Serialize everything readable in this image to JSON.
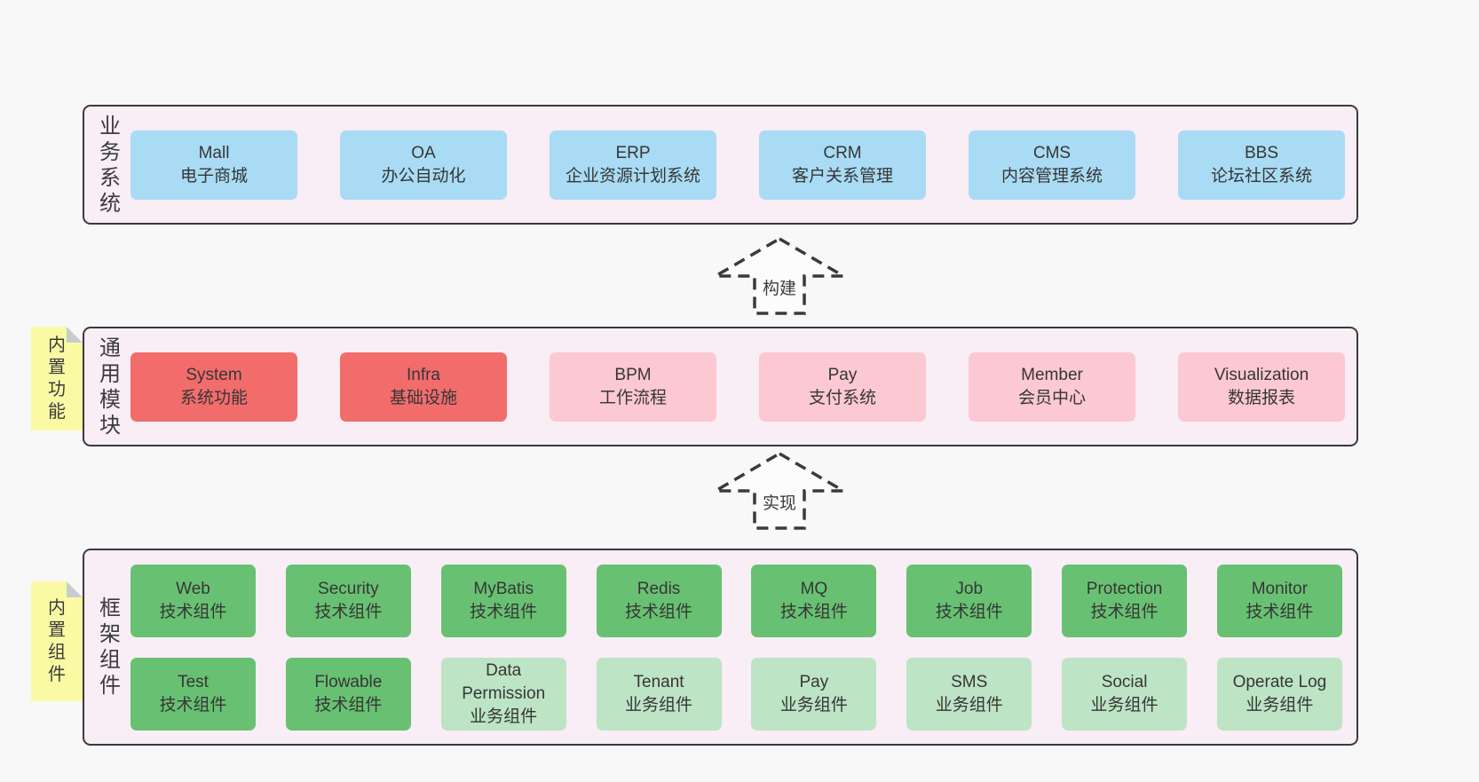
{
  "diagram": {
    "bands": [
      {
        "name": "business-systems",
        "label": "业务系统",
        "sticky": null,
        "box_rows": [
          [
            {
              "title": "Mall",
              "subtitle": "电子商城",
              "variant": "blue"
            },
            {
              "title": "OA",
              "subtitle": "办公自动化",
              "variant": "blue"
            },
            {
              "title": "ERP",
              "subtitle": "企业资源计划系统",
              "variant": "blue"
            },
            {
              "title": "CRM",
              "subtitle": "客户关系管理",
              "variant": "blue"
            },
            {
              "title": "CMS",
              "subtitle": "内容管理系统",
              "variant": "blue"
            },
            {
              "title": "BBS",
              "subtitle": "论坛社区系统",
              "variant": "blue"
            }
          ]
        ]
      },
      {
        "name": "common-modules",
        "label": "通用模块",
        "sticky": "内置功能",
        "box_rows": [
          [
            {
              "title": "System",
              "subtitle": "系统功能",
              "variant": "red"
            },
            {
              "title": "Infra",
              "subtitle": "基础设施",
              "variant": "red"
            },
            {
              "title": "BPM",
              "subtitle": "工作流程",
              "variant": "pink"
            },
            {
              "title": "Pay",
              "subtitle": "支付系统",
              "variant": "pink"
            },
            {
              "title": "Member",
              "subtitle": "会员中心",
              "variant": "pink"
            },
            {
              "title": "Visualization",
              "subtitle": "数据报表",
              "variant": "pink"
            }
          ]
        ]
      },
      {
        "name": "framework-components",
        "label": "框架组件",
        "sticky": "内置组件",
        "box_rows": [
          [
            {
              "title": "Web",
              "subtitle": "技术组件",
              "variant": "green"
            },
            {
              "title": "Security",
              "subtitle": "技术组件",
              "variant": "green"
            },
            {
              "title": "MyBatis",
              "subtitle": "技术组件",
              "variant": "green"
            },
            {
              "title": "Redis",
              "subtitle": "技术组件",
              "variant": "green"
            },
            {
              "title": "MQ",
              "subtitle": "技术组件",
              "variant": "green"
            },
            {
              "title": "Job",
              "subtitle": "技术组件",
              "variant": "green"
            },
            {
              "title": "Protection",
              "subtitle": "技术组件",
              "variant": "green"
            },
            {
              "title": "Monitor",
              "subtitle": "技术组件",
              "variant": "green"
            }
          ],
          [
            {
              "title": "Test",
              "subtitle": "技术组件",
              "variant": "green"
            },
            {
              "title": "Flowable",
              "subtitle": "技术组件",
              "variant": "green"
            },
            {
              "title": "Data Permission",
              "subtitle": "业务组件",
              "variant": "lightgreen"
            },
            {
              "title": "Tenant",
              "subtitle": "业务组件",
              "variant": "lightgreen"
            },
            {
              "title": "Pay",
              "subtitle": "业务组件",
              "variant": "lightgreen"
            },
            {
              "title": "SMS",
              "subtitle": "业务组件",
              "variant": "lightgreen"
            },
            {
              "title": "Social",
              "subtitle": "业务组件",
              "variant": "lightgreen"
            },
            {
              "title": "Operate Log",
              "subtitle": "业务组件",
              "variant": "lightgreen"
            }
          ]
        ]
      }
    ],
    "arrows": [
      {
        "label": "构建"
      },
      {
        "label": "实现"
      }
    ],
    "colors": {
      "page_bg": "#f8f8f8",
      "band_bg": "#f9edf6",
      "band_border": "#3a3a3a",
      "blue": "#a9dbf4",
      "red": "#f26c6c",
      "pink": "#fcc8d2",
      "green": "#68c172",
      "lightgreen": "#bde4c4",
      "sticky_yellow": "#fafaa4",
      "sticky_fold": "#c9ccce",
      "text": "#3c3c3c"
    }
  }
}
